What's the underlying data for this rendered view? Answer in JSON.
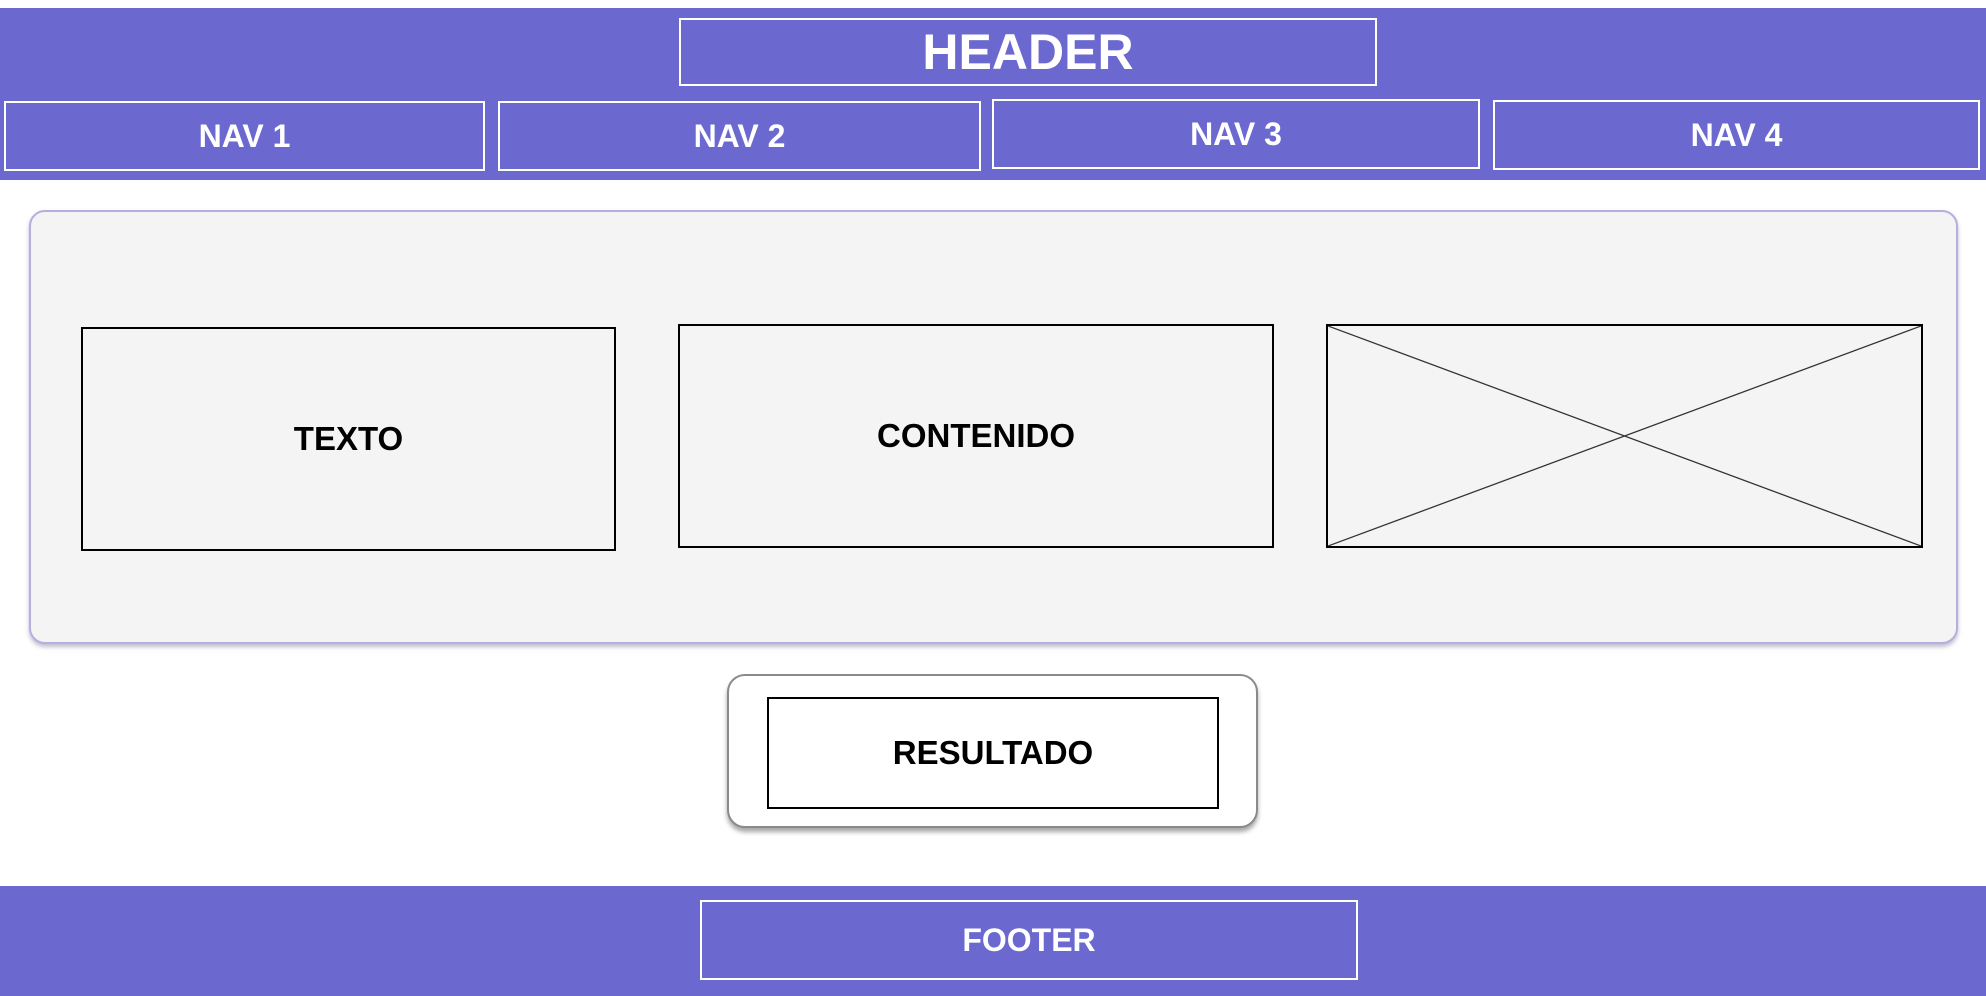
{
  "colors": {
    "band": "#6B69CF",
    "panel": "#F4F4F4",
    "panel_border": "#B5AEE0"
  },
  "header": {
    "title": "HEADER"
  },
  "nav": {
    "items": [
      {
        "label": "NAV 1"
      },
      {
        "label": "NAV 2"
      },
      {
        "label": "NAV 3"
      },
      {
        "label": "NAV 4"
      }
    ]
  },
  "main": {
    "text_box": "TEXTO",
    "content_box": "CONTENIDO",
    "image_placeholder_icon": "image-placeholder-icon"
  },
  "result": {
    "label": "RESULTADO"
  },
  "footer": {
    "label": "FOOTER"
  }
}
